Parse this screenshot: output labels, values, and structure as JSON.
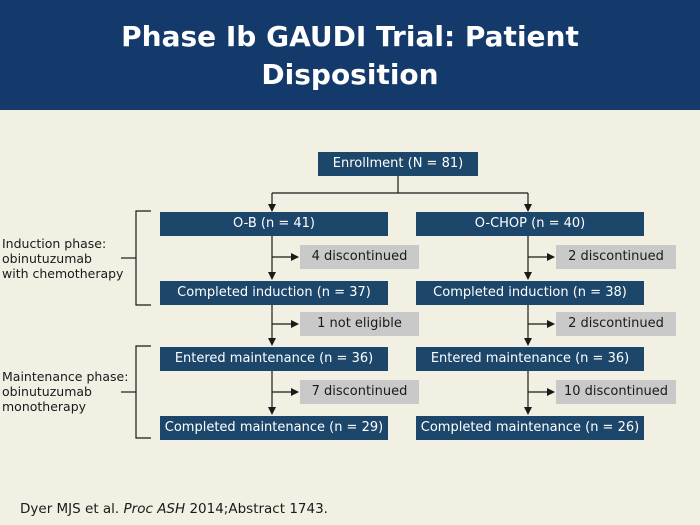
{
  "title": "Phase Ib GAUDI Trial: Patient Disposition",
  "enrollment": "Enrollment (N = 81)",
  "left_arm": {
    "arm": "O-B (n = 41)",
    "disc1": "4 discontinued",
    "completed_induction": "Completed induction (n = 37)",
    "disc2": "1 not eligible",
    "entered_maintenance": "Entered maintenance (n = 36)",
    "disc3": "7 discontinued",
    "completed_maintenance": "Completed maintenance (n = 29)"
  },
  "right_arm": {
    "arm": "O-CHOP (n = 40)",
    "disc1": "2 discontinued",
    "completed_induction": "Completed induction (n = 38)",
    "disc2": "2 discontinued",
    "entered_maintenance": "Entered maintenance (n = 36)",
    "disc3": "10 discontinued",
    "completed_maintenance": "Completed maintenance (n = 26)"
  },
  "phases": {
    "induction": [
      "Induction phase:",
      "obinutuzumab",
      "with chemotherapy"
    ],
    "maintenance": [
      "Maintenance phase:",
      "obinutuzumab",
      "monotherapy"
    ]
  },
  "citation": {
    "authors": "Dyer MJS et al.",
    "journal": "Proc ASH",
    "rest": "2014;Abstract 1743."
  },
  "colors": {
    "header": "#143a6b",
    "box": "#1c476b",
    "discontinued_box": "#c9c9c9",
    "background": "#f2efe3"
  }
}
